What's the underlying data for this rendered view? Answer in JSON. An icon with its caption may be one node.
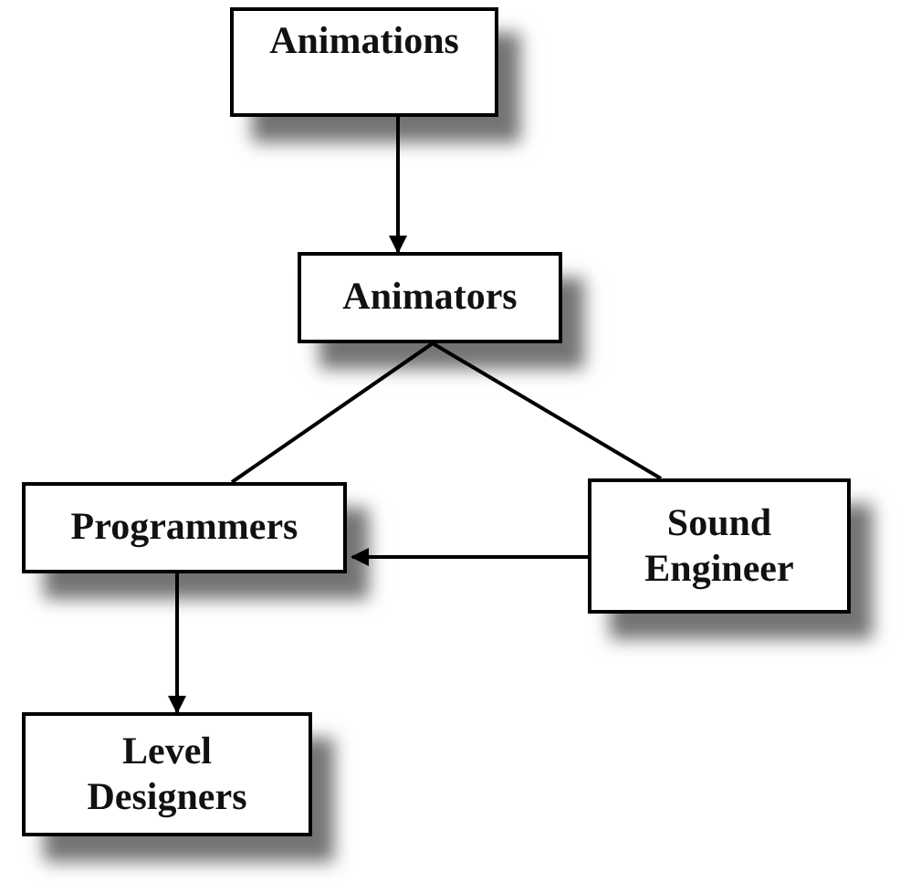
{
  "diagram": {
    "nodes": [
      {
        "text": [
          "Animations"
        ]
      },
      {
        "text": [
          "Animators"
        ]
      },
      {
        "text": [
          "Programmers"
        ]
      },
      {
        "text": [
          "Sound Engineer"
        ]
      },
      {
        "text": [
          "Level Designers"
        ]
      }
    ],
    "edges": [
      {
        "from": 0,
        "to": 1,
        "arrow": "to"
      },
      {
        "from": 1,
        "to": 2,
        "arrow": "none"
      },
      {
        "from": 1,
        "to": 3,
        "arrow": "none"
      },
      {
        "from": 3,
        "to": 2,
        "arrow": "to"
      },
      {
        "from": 2,
        "to": 4,
        "arrow": "to"
      }
    ]
  }
}
